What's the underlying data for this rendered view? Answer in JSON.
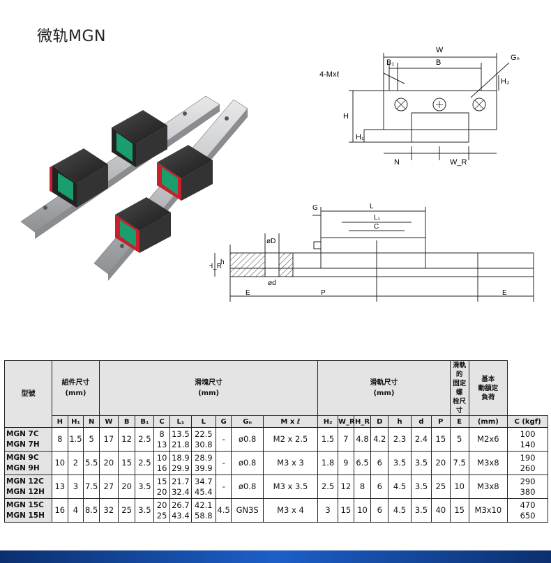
{
  "page": {
    "title": "微轨MGN"
  },
  "drawing_front": {
    "labels": {
      "w": "W",
      "b1": "B₁",
      "b": "B",
      "gn": "Gₙ",
      "mxl": "4-Mxℓ",
      "h2": "H₂",
      "h": "H",
      "h1": "H₁",
      "n": "N",
      "wr": "W_R"
    }
  },
  "drawing_side": {
    "labels": {
      "l": "L",
      "g": "G",
      "l1": "L₁",
      "c": "C",
      "D": "øD",
      "d": "ød",
      "hr": "H_R",
      "h": "h",
      "e_left": "E",
      "p": "P",
      "e_right": "E"
    }
  },
  "table": {
    "groups": {
      "model": "型號",
      "assembly": [
        "組件尺寸",
        "(mm)"
      ],
      "block": [
        "滑塊尺寸",
        "(mm)"
      ],
      "rail": [
        "滑軌尺寸",
        "(mm)"
      ],
      "bolt": [
        "滑軌的",
        "固定螺",
        "栓尺寸"
      ],
      "load": [
        "基本",
        "動額定",
        "負荷"
      ]
    },
    "subheaders": [
      "H",
      "H₁",
      "N",
      "W",
      "B",
      "B₁",
      "C",
      "L₁",
      "L",
      "G",
      "Gₙ",
      "M x ℓ",
      "H₂",
      "W_R",
      "H_R",
      "D",
      "h",
      "d",
      "P",
      "E",
      "(mm)",
      "C (kgf)"
    ],
    "rows": [
      {
        "models": [
          "MGN 7C",
          "MGN 7H"
        ],
        "H": "8",
        "H1": "1.5",
        "N": "5",
        "W": "17",
        "B": "12",
        "B1": "2.5",
        "C": [
          "8",
          "13"
        ],
        "L1": [
          "13.5",
          "21.8"
        ],
        "L": [
          "22.5",
          "30.8"
        ],
        "G": "-",
        "Gn": "ø0.8",
        "Mxl": "M2 x 2.5",
        "H2": "1.5",
        "WR": "7",
        "HR": "4.8",
        "D": "4.2",
        "h": "2.3",
        "d": "2.4",
        "P": "15",
        "E": "5",
        "bolt": "M2x6",
        "load": [
          "100",
          "140"
        ]
      },
      {
        "models": [
          "MGN 9C",
          "MGN 9H"
        ],
        "H": "10",
        "H1": "2",
        "N": "5.5",
        "W": "20",
        "B": "15",
        "B1": "2.5",
        "C": [
          "10",
          "16"
        ],
        "L1": [
          "18.9",
          "29.9"
        ],
        "L": [
          "28.9",
          "39.9"
        ],
        "G": "-",
        "Gn": "ø0.8",
        "Mxl": "M3 x 3",
        "H2": "1.8",
        "WR": "9",
        "HR": "6.5",
        "D": "6",
        "h": "3.5",
        "d": "3.5",
        "P": "20",
        "E": "7.5",
        "bolt": "M3x8",
        "load": [
          "190",
          "260"
        ]
      },
      {
        "models": [
          "MGN 12C",
          "MGN 12H"
        ],
        "H": "13",
        "H1": "3",
        "N": "7.5",
        "W": "27",
        "B": "20",
        "B1": "3.5",
        "C": [
          "15",
          "20"
        ],
        "L1": [
          "21.7",
          "32.4"
        ],
        "L": [
          "34.7",
          "45.4"
        ],
        "G": "-",
        "Gn": "ø0.8",
        "Mxl": "M3 x 3.5",
        "H2": "2.5",
        "WR": "12",
        "HR": "8",
        "D": "6",
        "h": "4.5",
        "d": "3.5",
        "P": "25",
        "E": "10",
        "bolt": "M3x8",
        "load": [
          "290",
          "380"
        ]
      },
      {
        "models": [
          "MGN 15C",
          "MGN 15H"
        ],
        "H": "16",
        "H1": "4",
        "N": "8.5",
        "W": "32",
        "B": "25",
        "B1": "3.5",
        "C": [
          "20",
          "25"
        ],
        "L1": [
          "26.7",
          "43.4"
        ],
        "L": [
          "42.1",
          "58.8"
        ],
        "G": "4.5",
        "Gn": "GN3S",
        "Mxl": "M3 x 4",
        "H2": "3",
        "WR": "15",
        "HR": "10",
        "D": "6",
        "h": "4.5",
        "d": "3.5",
        "P": "40",
        "E": "15",
        "bolt": "M3x10",
        "load": [
          "470",
          "650"
        ]
      }
    ]
  },
  "colors": {
    "band_dark": "#0b2f6e",
    "band_light": "#1d5fc8",
    "flange_green": "#1a9e6e",
    "end_red": "#c8202a"
  }
}
